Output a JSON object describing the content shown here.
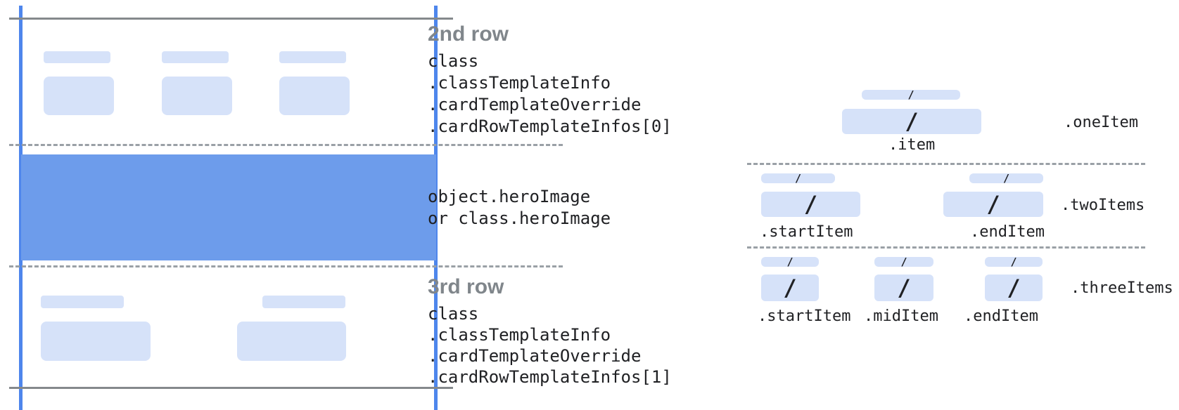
{
  "diagram": {
    "card": {
      "row2": {
        "heading": "2nd row",
        "code_lines": [
          "class",
          ".classTemplateInfo",
          ".cardTemplateOverride",
          ".cardRowTemplateInfos[0]"
        ]
      },
      "hero": {
        "code_lines": [
          "object.heroImage",
          "or class.heroImage"
        ]
      },
      "row3": {
        "heading": "3rd row",
        "code_lines": [
          "class",
          ".classTemplateInfo",
          ".cardTemplateOverride",
          ".cardRowTemplateInfos[1]"
        ]
      }
    },
    "item_layouts": {
      "one_item": {
        "row_label": ".oneItem",
        "item_labels": [
          ".item"
        ]
      },
      "two_items": {
        "row_label": ".twoItems",
        "item_labels": [
          ".startItem",
          ".endItem"
        ]
      },
      "three_items": {
        "row_label": ".threeItems",
        "item_labels": [
          ".startItem",
          ".midItem",
          ".endItem"
        ]
      }
    },
    "glyphs": {
      "slash": "/"
    },
    "colors": {
      "hero_blue": "#6d9ceb",
      "placeholder_blue": "#d6e2f9",
      "guide_line_blue": "#4e86ec",
      "solid_line_gray": "#85898c",
      "dashed_line_gray": "#9aa0a6",
      "heading_gray": "#80868b",
      "code_text": "#202124"
    }
  }
}
